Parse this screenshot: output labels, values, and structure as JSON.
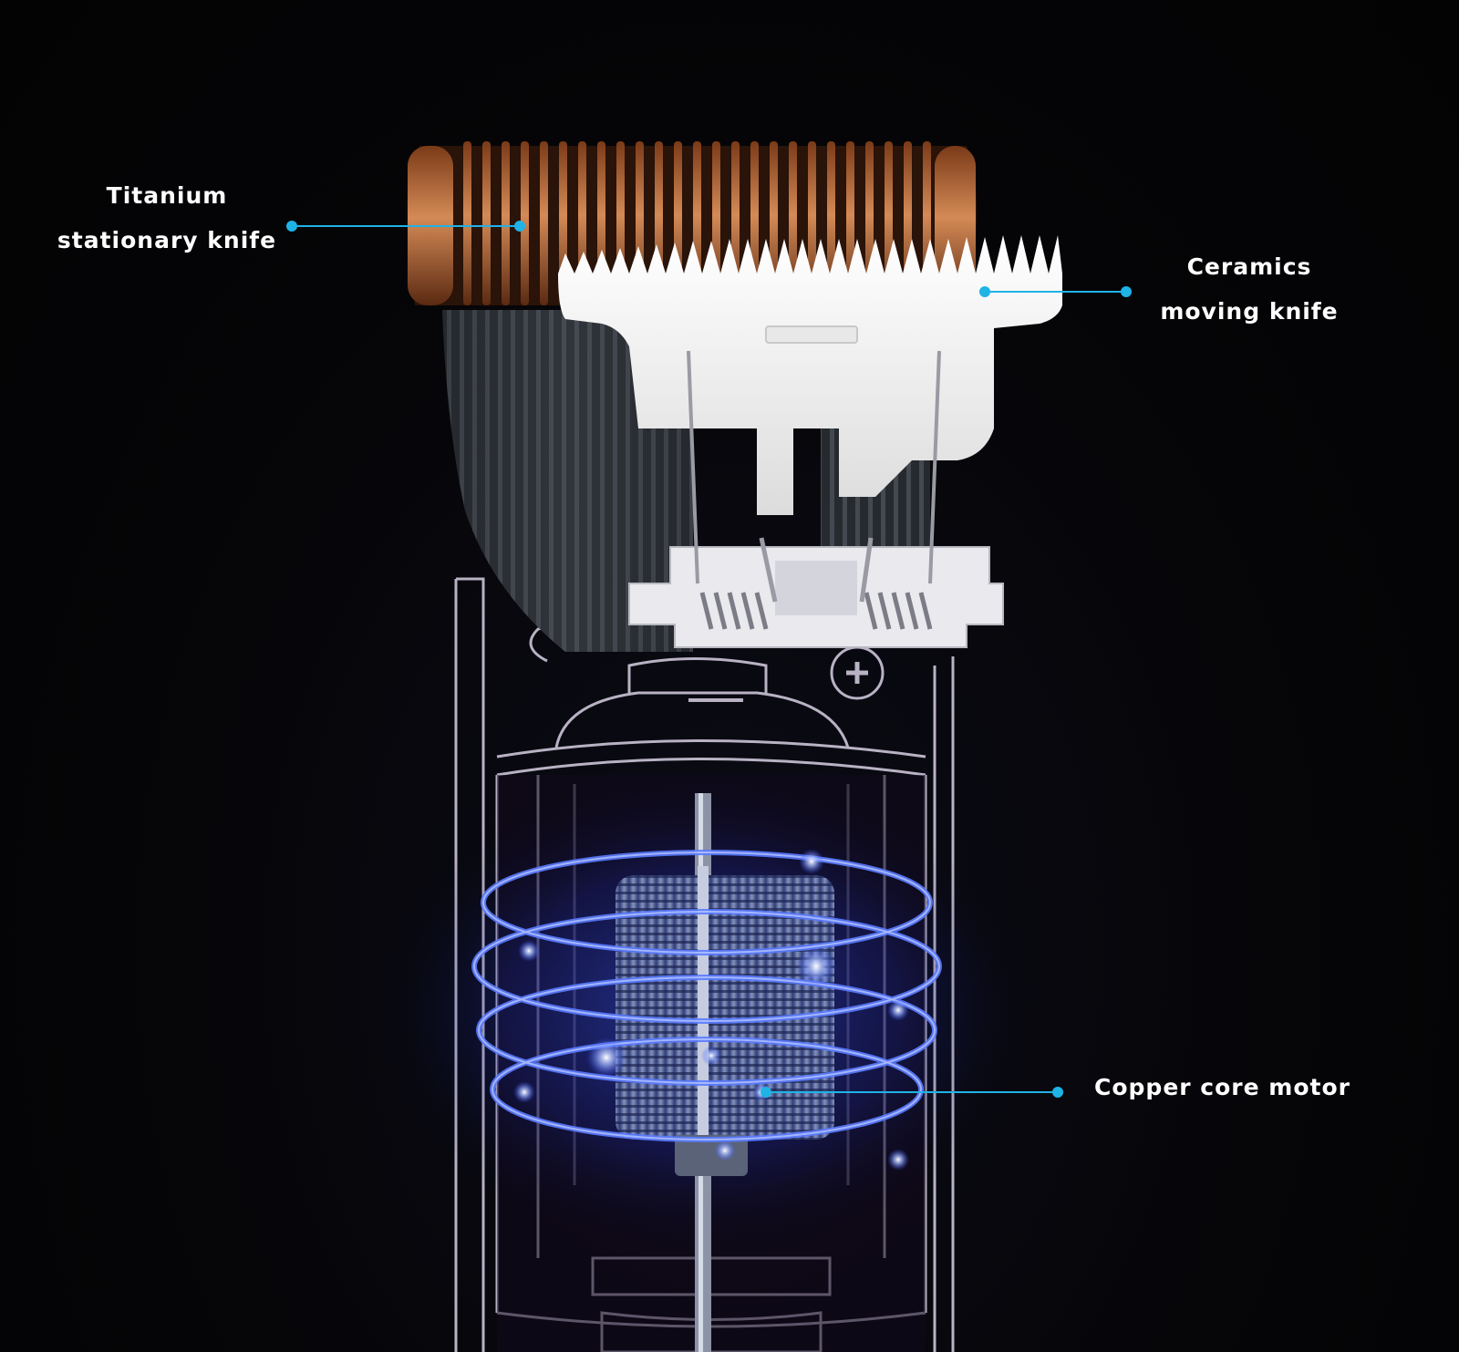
{
  "labels": {
    "titanium": {
      "line1": "Titanium",
      "line2": "stationary knife"
    },
    "ceramics": {
      "line1": "Ceramics",
      "line2": "moving knife"
    },
    "copper": {
      "line1": "Copper core motor"
    }
  },
  "colors": {
    "background": "#050507",
    "leader_line": "#1fb3e6",
    "label_text": "#ffffff",
    "blade_copper": "#b8683a",
    "blade_ceramic": "#f2f2f2",
    "blade_grooves": "#2f3338",
    "housing_outline": "#d8d0e4",
    "motor_glow": "#2a4dff"
  }
}
